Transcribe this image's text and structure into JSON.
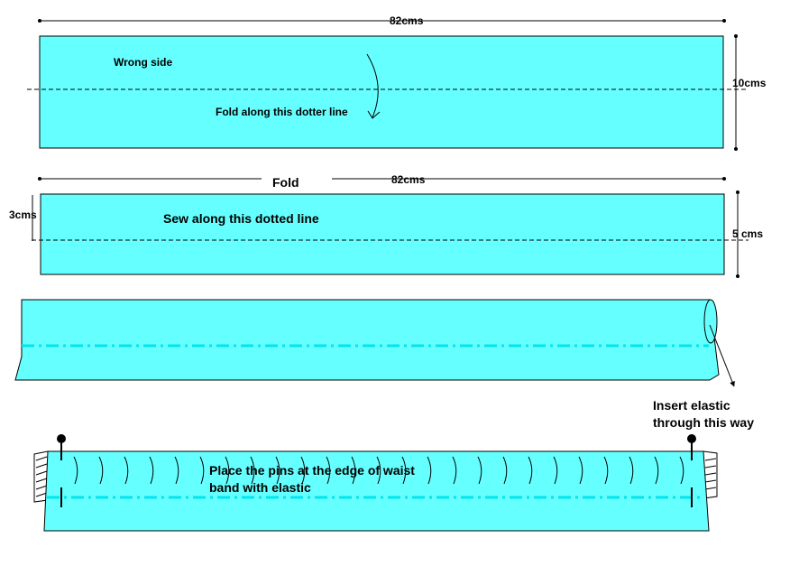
{
  "colors": {
    "fabric": "#66ffff",
    "stitch": "#00e5ee",
    "outline": "#000000"
  },
  "panel1": {
    "width_label": "82cms",
    "height_label": "10cms",
    "side_label": "Wrong side",
    "fold_instruction": "Fold along this dotter line"
  },
  "panel2": {
    "fold_label": "Fold",
    "width_label": "82cms",
    "seam_label": "3cms",
    "height_label": "5 cms",
    "sew_instruction": "Sew along this dotted line"
  },
  "panel3": {
    "insert_line1": "Insert elastic",
    "insert_line2": "through this way"
  },
  "panel4": {
    "pins_line1": "Place the pins at the edge of waist",
    "pins_line2": "band with elastic"
  }
}
